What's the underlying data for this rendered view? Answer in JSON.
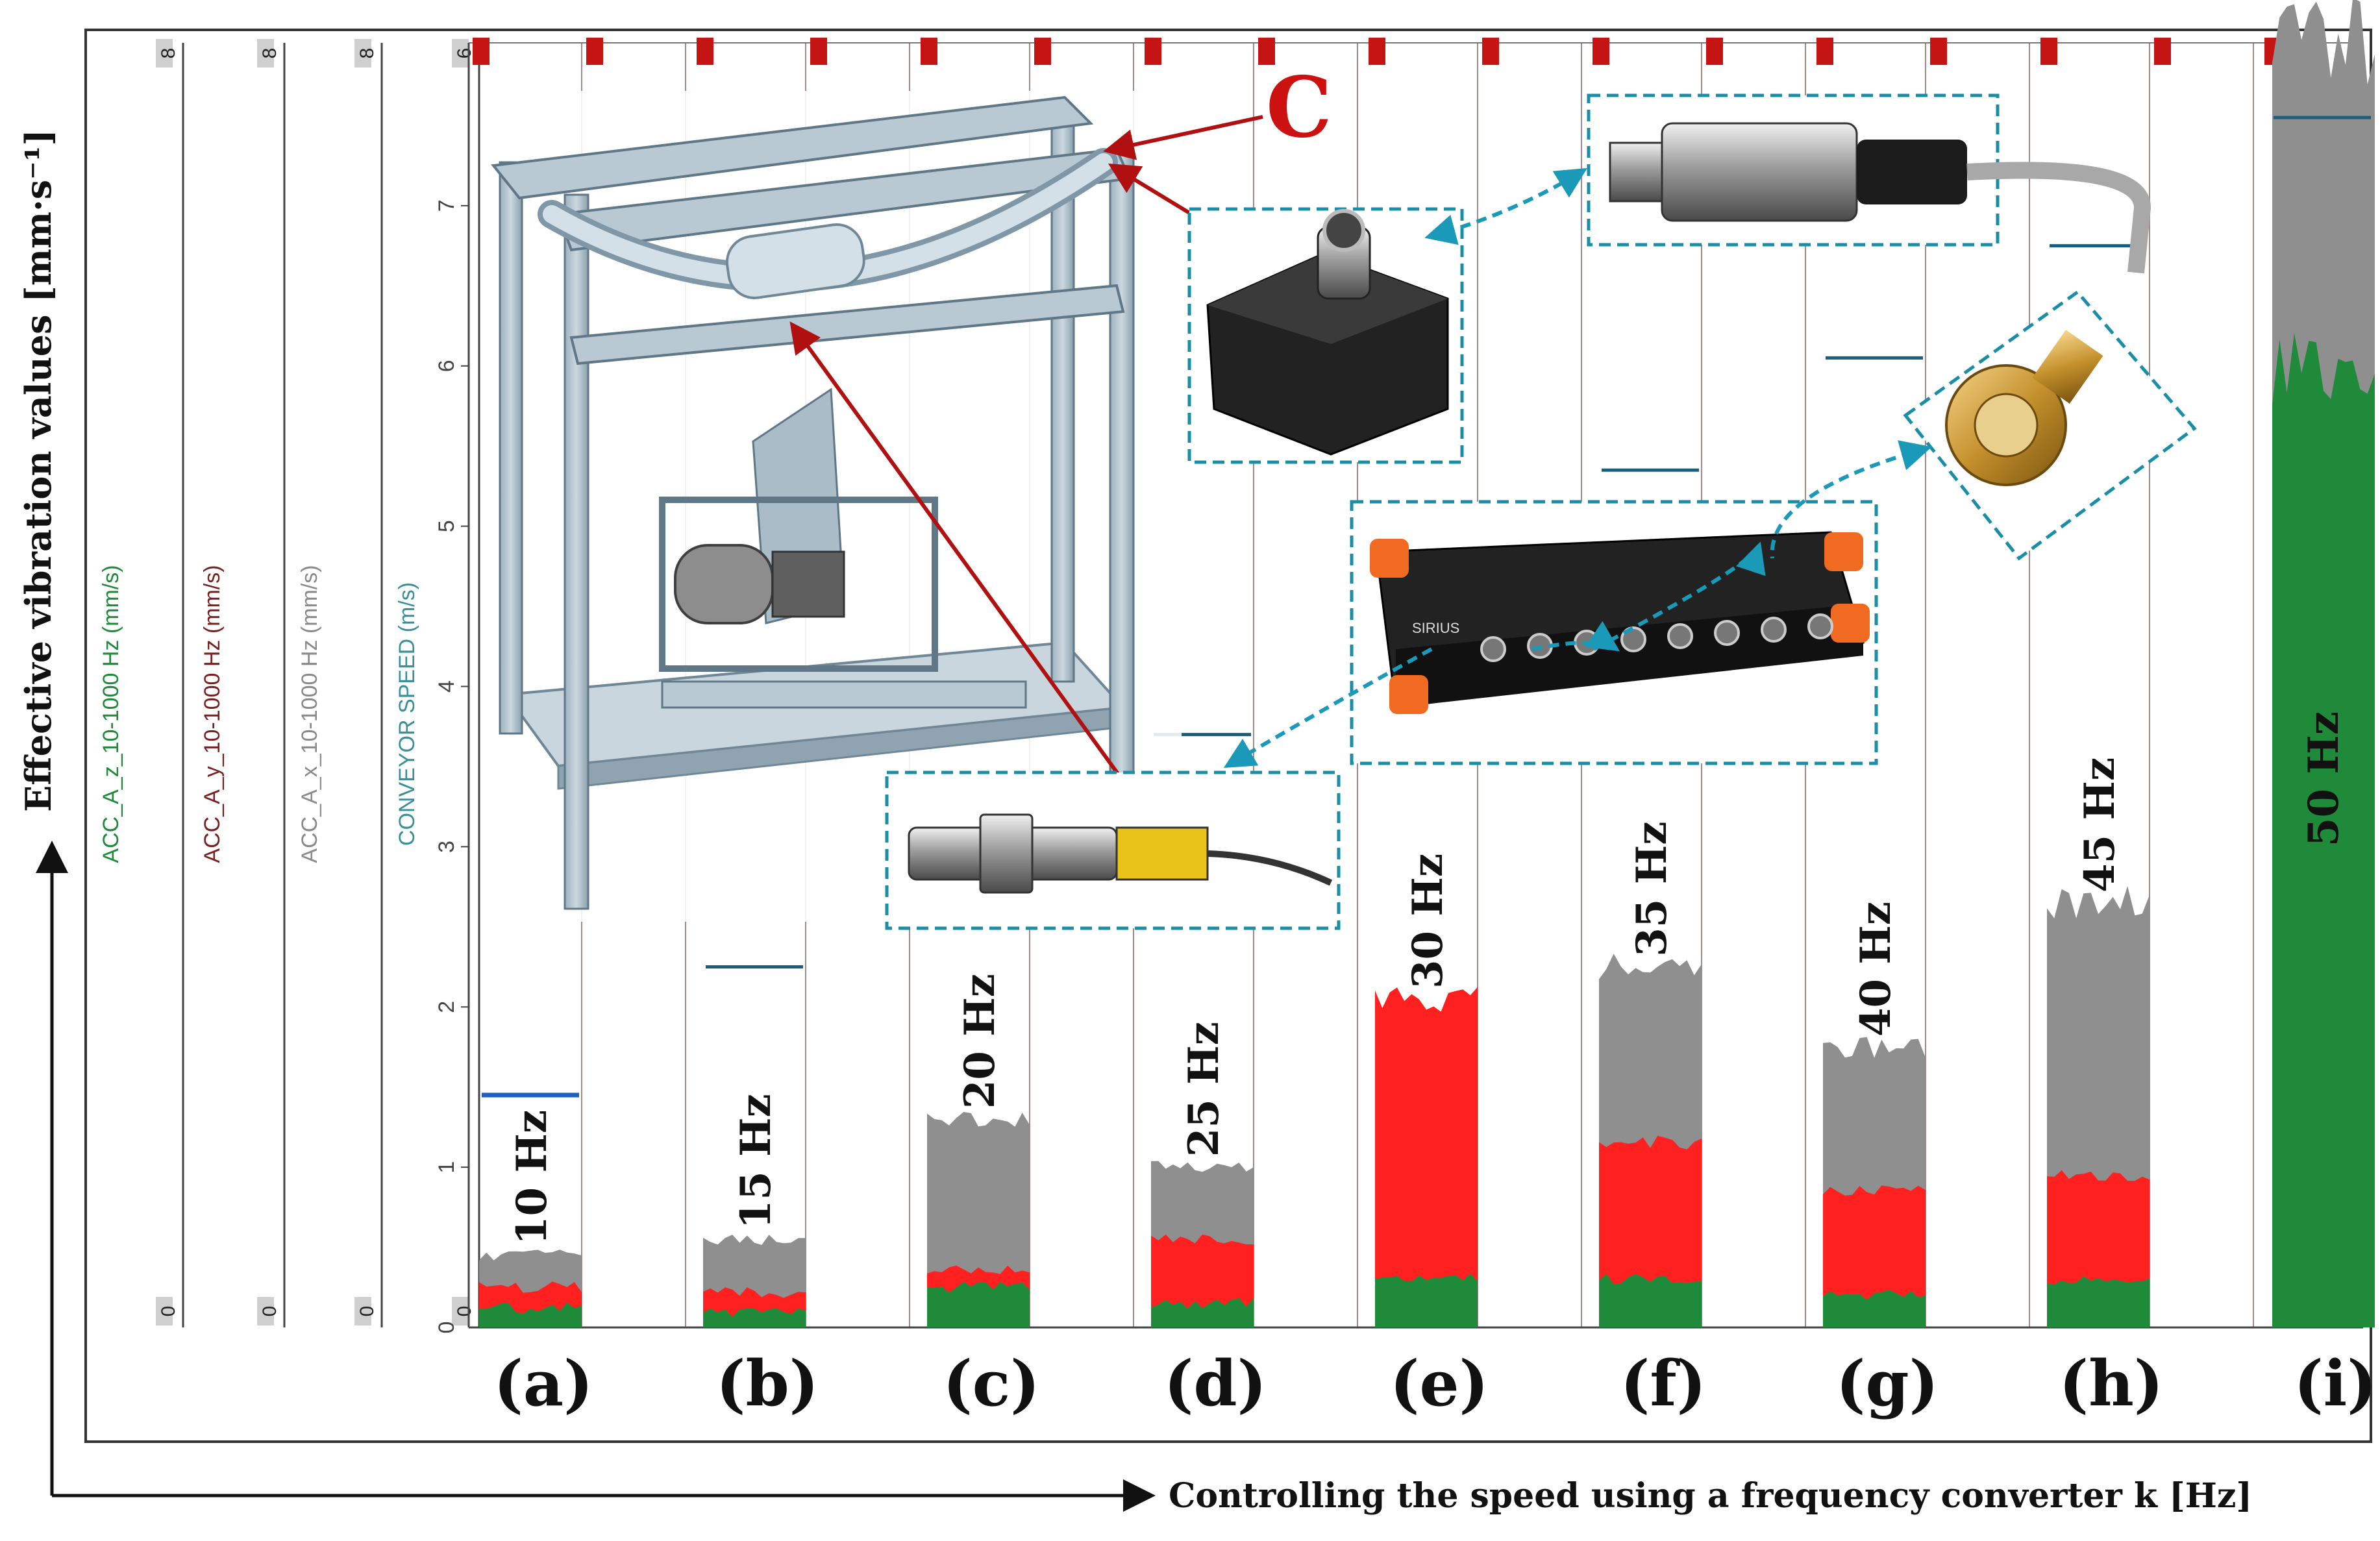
{
  "figure": {
    "y_axis_title": "Effective vibration values [mm·s⁻¹]",
    "x_axis_title": "Controlling the speed using a frequency converter k [Hz]",
    "callout_letter": "C",
    "device_label": "SIRIUS"
  },
  "channels": [
    {
      "name": "ACC_A_z_10-1000 Hz (mm/s)",
      "color": "#1e8a3a",
      "min_label": "0",
      "max_label": "8"
    },
    {
      "name": "ACC_A_y_10-1000 Hz (mm/s)",
      "color": "#7a1f1f",
      "min_label": "0",
      "max_label": "8"
    },
    {
      "name": "ACC_A_x_10-1000 Hz (mm/s)",
      "color": "#8a8a8a",
      "min_label": "0",
      "max_label": "8"
    },
    {
      "name": "CONVEYOR SPEED (m/s)",
      "color": "#3a8f99",
      "min_label": "0",
      "max_label": "6"
    }
  ],
  "chart_data": {
    "type": "area",
    "ylim": [
      0,
      8
    ],
    "yticks": [
      "0",
      "1",
      "2",
      "3",
      "4",
      "5",
      "6",
      "7"
    ],
    "categories": [
      "(a)",
      "(b)",
      "(c)",
      "(d)",
      "(e)",
      "(f)",
      "(g)",
      "(h)",
      "(i)"
    ],
    "frequency_labels": [
      "10 Hz",
      "15 Hz",
      "20 Hz",
      "25 Hz",
      "30 Hz",
      "35 Hz",
      "40 Hz",
      "45 Hz",
      "50 Hz"
    ],
    "series": [
      {
        "name": "ACC_A_z_10-1000 Hz (mm/s)",
        "color": "#1e8a3a",
        "values": [
          0.12,
          0.1,
          0.25,
          0.15,
          0.3,
          0.3,
          0.2,
          0.3,
          6.0
        ]
      },
      {
        "name": "ACC_A_y_10-1000 Hz (mm/s)",
        "color": "#ff2020",
        "values": [
          0.25,
          0.22,
          0.35,
          0.55,
          2.05,
          1.15,
          0.85,
          0.95,
          2.3
        ]
      },
      {
        "name": "ACC_A_x_10-1000 Hz (mm/s)",
        "color": "#8f8f8f",
        "values": [
          0.45,
          0.55,
          1.3,
          1.0,
          0.35,
          2.25,
          1.75,
          2.65,
          8.0
        ]
      },
      {
        "name": "CONVEYOR SPEED (m/s)",
        "color": "#1a5e7a",
        "values": [
          1.45,
          2.25,
          3.05,
          3.7,
          4.4,
          5.35,
          6.05,
          6.75,
          7.55
        ]
      }
    ]
  }
}
